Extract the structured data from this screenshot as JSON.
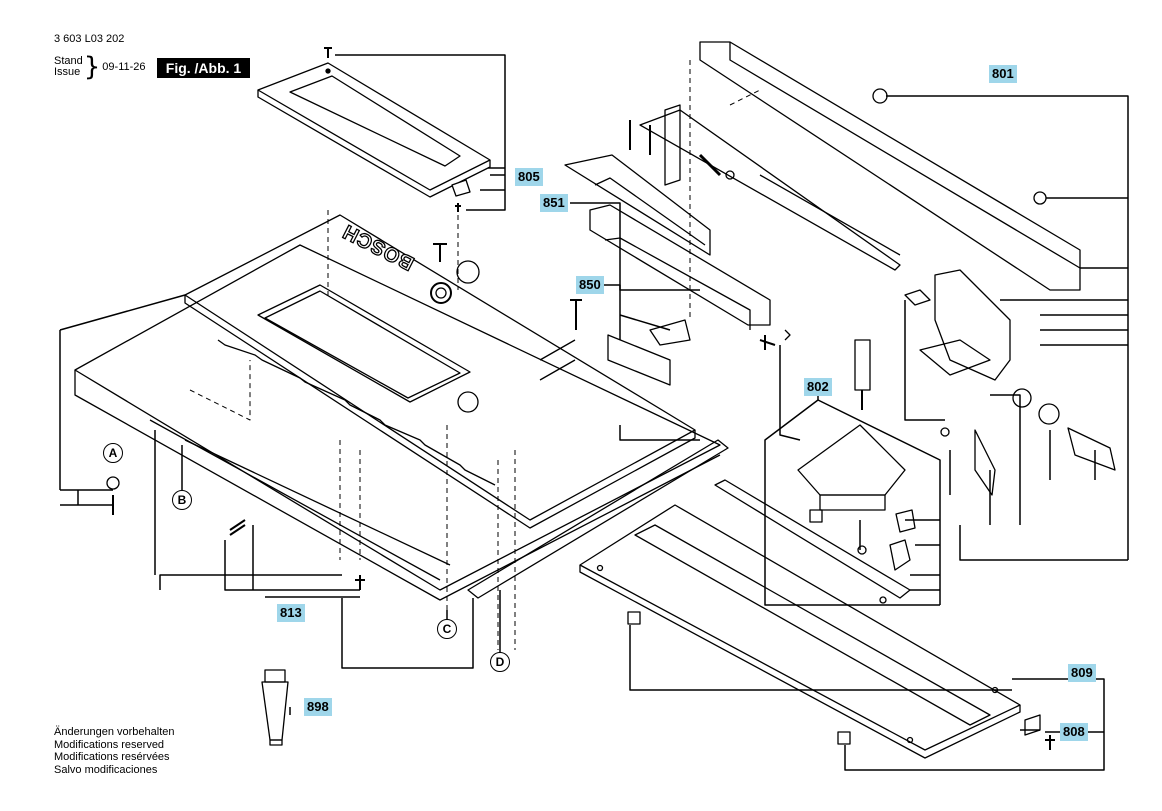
{
  "header": {
    "doc_number": "3 603 L03 202",
    "stand": "Stand",
    "issue": "Issue",
    "date": "09-11-26",
    "figure": "Fig. /Abb. 1"
  },
  "brand_text": "BOSCH",
  "callouts": {
    "c801": "801",
    "c802": "802",
    "c805": "805",
    "c808": "808",
    "c809": "809",
    "c813": "813",
    "c850": "850",
    "c851": "851",
    "c898": "898"
  },
  "reference_letters": {
    "a": "A",
    "b": "B",
    "c": "C",
    "d": "D"
  },
  "notes": [
    "Änderungen vorbehalten",
    "Modifications reserved",
    "Modifications resérvées",
    "Salvo modificaciones"
  ],
  "colors": {
    "callout_bg": "#9fd6ea",
    "line": "#000000"
  }
}
